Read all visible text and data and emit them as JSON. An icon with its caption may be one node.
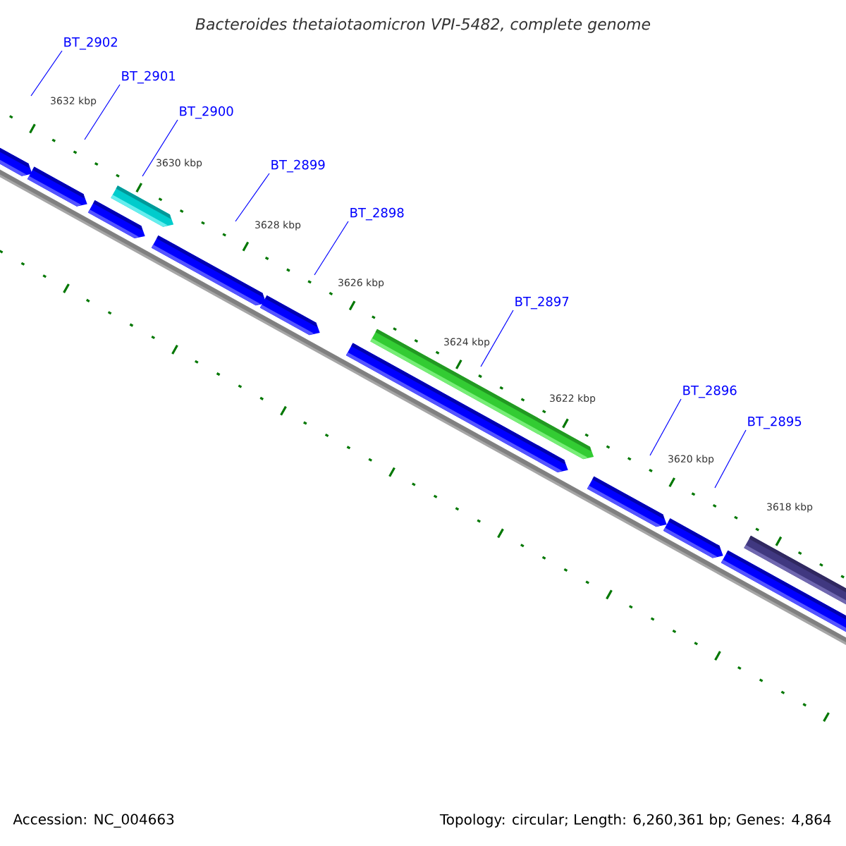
{
  "diagram": {
    "title": "Bacteroides thetaiotaomicron VPI-5482, complete genome",
    "nodes": [
      {
        "text": [
          "BT_2902"
        ]
      },
      {
        "text": [
          "BT_2901"
        ]
      },
      {
        "text": [
          "BT_2900"
        ]
      },
      {
        "text": [
          "BT_2899"
        ]
      },
      {
        "text": [
          "BT_2898"
        ]
      },
      {
        "text": [
          "BT_2897"
        ]
      },
      {
        "text": [
          "BT_2896"
        ]
      },
      {
        "text": [
          "BT_2895"
        ]
      }
    ],
    "edges": [
      {
        "from": 0,
        "to": null,
        "arrow": "none"
      },
      {
        "from": 1,
        "to": null,
        "arrow": "none"
      },
      {
        "from": 2,
        "to": null,
        "arrow": "none"
      },
      {
        "from": 3,
        "to": null,
        "arrow": "none"
      },
      {
        "from": 4,
        "to": null,
        "arrow": "none"
      },
      {
        "from": 5,
        "to": null,
        "arrow": "none"
      },
      {
        "from": 6,
        "to": null,
        "arrow": "none"
      },
      {
        "from": 7,
        "to": null,
        "arrow": "none"
      }
    ],
    "labels": [
      "3632 kbp",
      "3630 kbp",
      "3628 kbp",
      "3626 kbp",
      "3624 kbp",
      "3622 kbp",
      "3620 kbp",
      "3618 kbp",
      "Accession: NC_004663",
      "Topology: circular; Length: 6,260,361 bp; Genes: 4,864"
    ]
  }
}
